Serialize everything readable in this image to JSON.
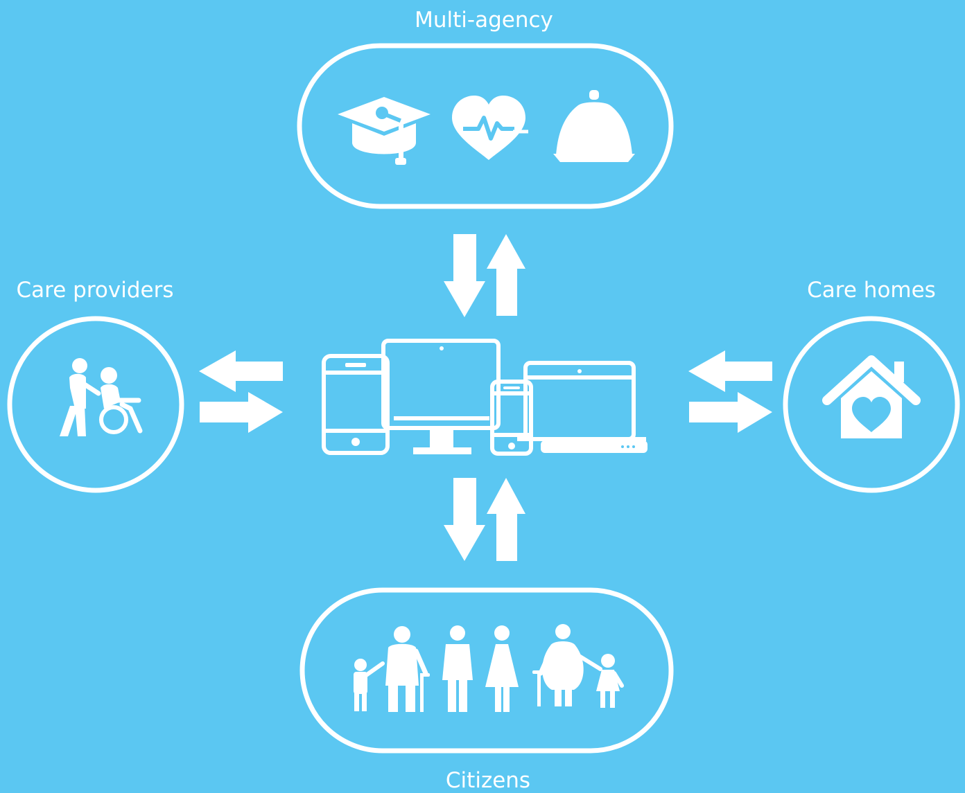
{
  "nodes": {
    "multi_agency": "Multi-agency",
    "care_providers": "Care providers",
    "care_homes": "Care homes",
    "citizens": "Citizens"
  },
  "colors": {
    "background": "#5bc7f2",
    "foreground": "#ffffff"
  },
  "icons": {
    "multi_agency": [
      "graduation-cap-icon",
      "heart-rate-icon",
      "police-helmet-icon"
    ],
    "care_providers": [
      "carer-pushing-wheelchair-icon"
    ],
    "care_homes": [
      "house-with-heart-icon"
    ],
    "citizens": [
      "family-group-icon"
    ],
    "center": [
      "devices-icon"
    ]
  },
  "connectors": [
    "bidirectional-arrows"
  ]
}
